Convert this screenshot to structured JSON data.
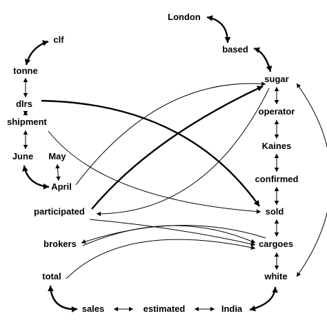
{
  "nodes": [
    {
      "id": "london",
      "label": "London"
    },
    {
      "id": "based",
      "label": "based"
    },
    {
      "id": "clf",
      "label": "clf"
    },
    {
      "id": "tonne",
      "label": "tonne"
    },
    {
      "id": "sugar",
      "label": "sugar"
    },
    {
      "id": "dlrs",
      "label": "dlrs"
    },
    {
      "id": "operator",
      "label": "operator"
    },
    {
      "id": "shipment",
      "label": "shipment"
    },
    {
      "id": "kaines",
      "label": "Kaines"
    },
    {
      "id": "june",
      "label": "June"
    },
    {
      "id": "may",
      "label": "May"
    },
    {
      "id": "confirmed",
      "label": "confirmed"
    },
    {
      "id": "april",
      "label": "April"
    },
    {
      "id": "participated",
      "label": "participated"
    },
    {
      "id": "sold",
      "label": "sold"
    },
    {
      "id": "brokers",
      "label": "brokers"
    },
    {
      "id": "cargoes",
      "label": "cargoes"
    },
    {
      "id": "total",
      "label": "total"
    },
    {
      "id": "white",
      "label": "white"
    },
    {
      "id": "sales",
      "label": "sales"
    },
    {
      "id": "estimated",
      "label": "estimated"
    },
    {
      "id": "india",
      "label": "India"
    }
  ],
  "edges": [
    {
      "from": "london",
      "to": "based",
      "direction": "both",
      "weight": "heavy"
    },
    {
      "from": "clf",
      "to": "tonne",
      "direction": "both",
      "weight": "heavy"
    },
    {
      "from": "based",
      "to": "sugar",
      "direction": "both",
      "weight": "heavy"
    },
    {
      "from": "tonne",
      "to": "dlrs",
      "direction": "both",
      "weight": "thin"
    },
    {
      "from": "dlrs",
      "to": "shipment",
      "direction": "both",
      "weight": "thin"
    },
    {
      "from": "shipment",
      "to": "june",
      "direction": "both",
      "weight": "thin"
    },
    {
      "from": "june",
      "to": "april",
      "direction": "both",
      "weight": "heavy"
    },
    {
      "from": "may",
      "to": "april",
      "direction": "both",
      "weight": "thin"
    },
    {
      "from": "sugar",
      "to": "operator",
      "direction": "both",
      "weight": "thin"
    },
    {
      "from": "operator",
      "to": "kaines",
      "direction": "both",
      "weight": "thin"
    },
    {
      "from": "kaines",
      "to": "confirmed",
      "direction": "both",
      "weight": "thin"
    },
    {
      "from": "confirmed",
      "to": "sold",
      "direction": "both",
      "weight": "thin"
    },
    {
      "from": "sold",
      "to": "cargoes",
      "direction": "both",
      "weight": "thin"
    },
    {
      "from": "cargoes",
      "to": "white",
      "direction": "both",
      "weight": "thin"
    },
    {
      "from": "total",
      "to": "sales",
      "direction": "both",
      "weight": "heavy"
    },
    {
      "from": "sales",
      "to": "estimated",
      "direction": "both",
      "weight": "thin"
    },
    {
      "from": "estimated",
      "to": "india",
      "direction": "both",
      "weight": "thin"
    },
    {
      "from": "india",
      "to": "white",
      "direction": "both",
      "weight": "heavy"
    },
    {
      "from": "sugar",
      "to": "white",
      "direction": "both",
      "weight": "thin"
    },
    {
      "from": "april",
      "to": "sugar",
      "direction": "forward",
      "weight": "thin"
    },
    {
      "from": "sugar",
      "to": "participated",
      "direction": "forward",
      "weight": "thin"
    },
    {
      "from": "participated",
      "to": "sugar",
      "direction": "forward",
      "weight": "heavy"
    },
    {
      "from": "dlrs",
      "to": "sold",
      "direction": "forward",
      "weight": "heavy"
    },
    {
      "from": "shipment",
      "to": "sold",
      "direction": "forward",
      "weight": "thin"
    },
    {
      "from": "brokers",
      "to": "cargoes",
      "direction": "forward",
      "weight": "thin"
    },
    {
      "from": "cargoes",
      "to": "brokers",
      "direction": "forward",
      "weight": "thin"
    },
    {
      "from": "total",
      "to": "cargoes",
      "direction": "forward",
      "weight": "thin"
    },
    {
      "from": "participated",
      "to": "cargoes",
      "direction": "forward",
      "weight": "thin"
    }
  ]
}
